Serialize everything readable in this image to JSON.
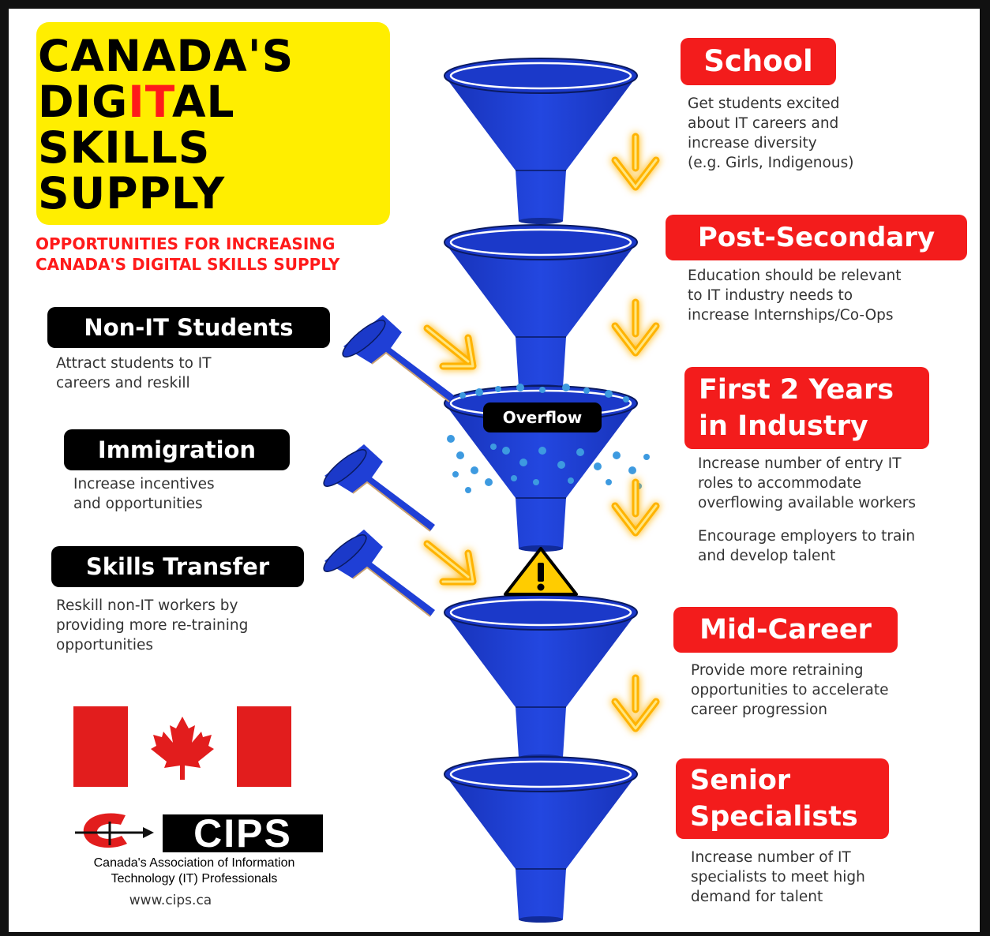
{
  "title": {
    "line1": "CANADA'S",
    "line2_pre": "DIG",
    "line2_it": "IT",
    "line2_post": "AL",
    "line3": "SKILLS",
    "line4": "SUPPLY"
  },
  "subtitle": {
    "line1": "OPPORTUNITIES FOR INCREASING",
    "line2": "CANADA'S DIGITAL SKILLS SUPPLY"
  },
  "stages": [
    {
      "label": "School",
      "desc": [
        "Get students excited",
        "about IT careers and",
        "increase diversity",
        "(e.g. Girls, Indigenous)"
      ]
    },
    {
      "label": "Post-Secondary",
      "desc": [
        "Education should be relevant",
        "to IT industry needs to",
        "increase Internships/Co-Ops"
      ]
    },
    {
      "label_lines": [
        "First 2 Years",
        "in Industry"
      ],
      "desc": [
        "Increase number of entry IT",
        "roles to accommodate",
        "overflowing available workers"
      ],
      "desc2": [
        "Encourage employers to train",
        "and develop talent"
      ]
    },
    {
      "label": "Mid-Career",
      "desc": [
        "Provide more retraining",
        "opportunities to accelerate",
        "career progression"
      ]
    },
    {
      "label_lines": [
        "Senior",
        "Specialists"
      ],
      "desc": [
        "Increase number of IT",
        "specialists to meet high",
        "demand for talent"
      ]
    }
  ],
  "inputs": [
    {
      "label": "Non-IT Students",
      "desc": [
        "Attract students to IT",
        "careers and reskill"
      ]
    },
    {
      "label": "Immigration",
      "desc": [
        "Increase incentives",
        "and opportunities"
      ]
    },
    {
      "label": "Skills Transfer",
      "desc": [
        "Reskill non-IT workers by",
        "providing more re-training",
        "opportunities"
      ]
    }
  ],
  "overflow_label": "Overflow",
  "logo": {
    "wordmark": "CIPS",
    "caption_line1": "Canada's Association of Information",
    "caption_line2": "Technology (IT) Professionals",
    "url": "www.cips.ca"
  },
  "colors": {
    "funnel": "#1f3fd6",
    "funnel_dark": "#112b9a",
    "arrow": "#ffc21a",
    "label_red": "#f31c1c",
    "title_bg": "#ffee00",
    "flag_red": "#e21d1d"
  },
  "icons": [
    "warning-icon",
    "maple-leaf-icon",
    "arrow-down-icon",
    "water-drops-icon"
  ]
}
